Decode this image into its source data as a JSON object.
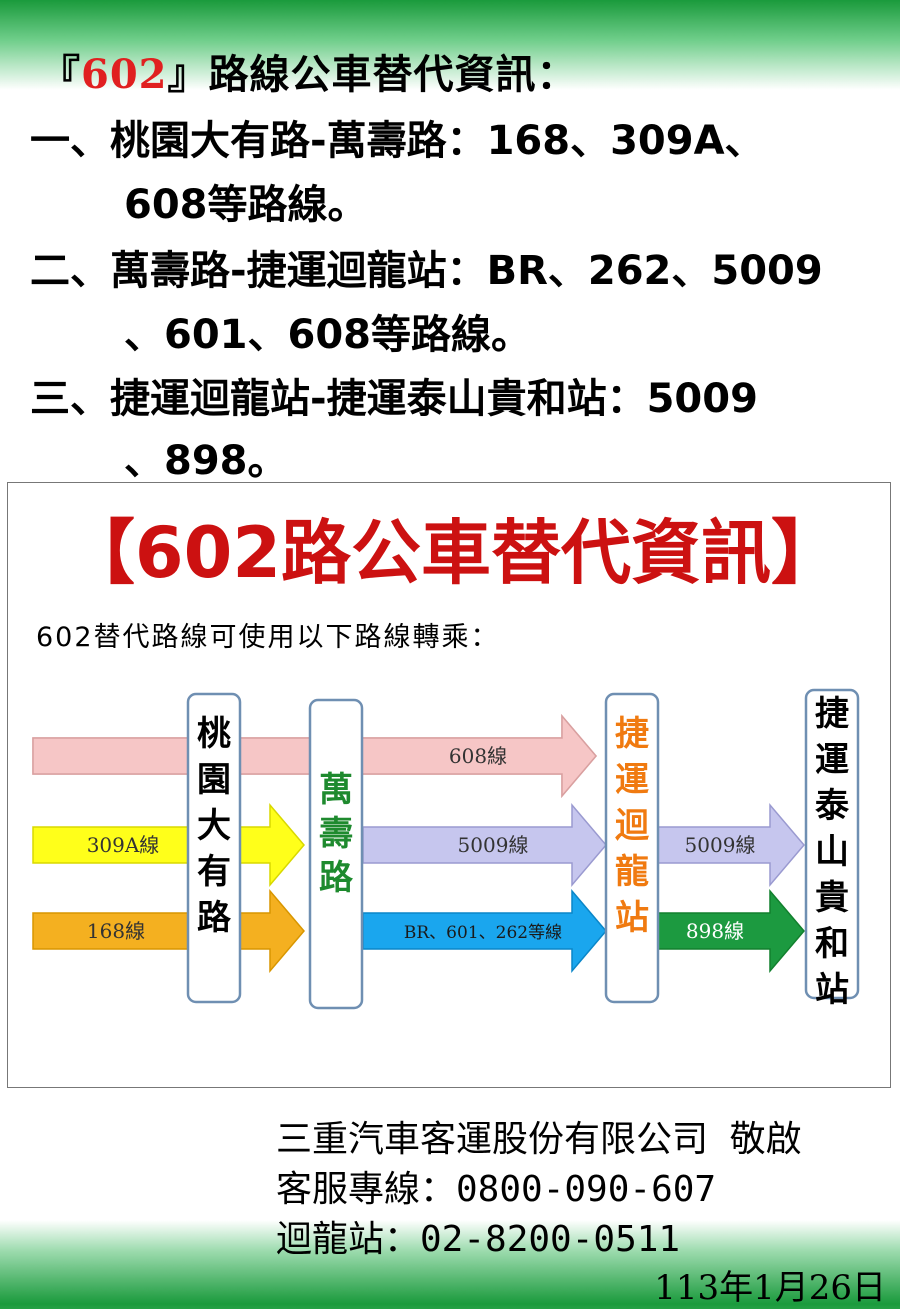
{
  "header": {
    "bracket_open": "『",
    "route": "602",
    "bracket_close": "』",
    "title_rest": "路線公車替代資訊："
  },
  "items": [
    {
      "prefix": "一、",
      "line1": "桃園大有路-萬壽路：168、309A、",
      "line2": "608等路線。"
    },
    {
      "prefix": "二、",
      "line1": "萬壽路-捷運迴龍站：BR、262、5009",
      "line2": "、601、608等路線。"
    },
    {
      "prefix": "三、",
      "line1": "捷運迴龍站-捷運泰山貴和站：5009",
      "line2": "、898。"
    }
  ],
  "panel": {
    "title": "【602路公車替代資訊】",
    "subtitle": "602替代路線可使用以下路線轉乘：",
    "stops": [
      {
        "name": "桃園大有路",
        "color": "#000000"
      },
      {
        "name": "萬壽路",
        "color": "#1e8a2e"
      },
      {
        "name": "捷運迴龍站",
        "color": "#f07a10"
      },
      {
        "name": "捷運泰山貴和站",
        "color": "#000000"
      }
    ],
    "arrows": [
      {
        "label": "608線",
        "fill": "#f6c6c6",
        "stroke": "#d9a0a0"
      },
      {
        "label": "608線",
        "fill": "#f6c6c6",
        "stroke": "#d9a0a0"
      },
      {
        "label": "309A線",
        "fill": "#ffff1a",
        "stroke": "#d8d800"
      },
      {
        "label": "168線",
        "fill": "#f4b020",
        "stroke": "#d89600"
      },
      {
        "label": "5009線",
        "fill": "#c6c6ee",
        "stroke": "#9a9ad0"
      },
      {
        "label": "BR、601、262等線",
        "fill": "#1aa6ee",
        "stroke": "#0a86c8"
      },
      {
        "label": "5009線",
        "fill": "#c6c6ee",
        "stroke": "#9a9ad0"
      },
      {
        "label": "898線",
        "fill": "#1c9a40",
        "stroke": "#12802e"
      }
    ]
  },
  "footer": {
    "company": "三重汽車客運股份有限公司 敬啟",
    "hotline": "客服專線：0800-090-607",
    "station": "迴龍站：02-8200-0511",
    "date": "113年1月26日"
  }
}
